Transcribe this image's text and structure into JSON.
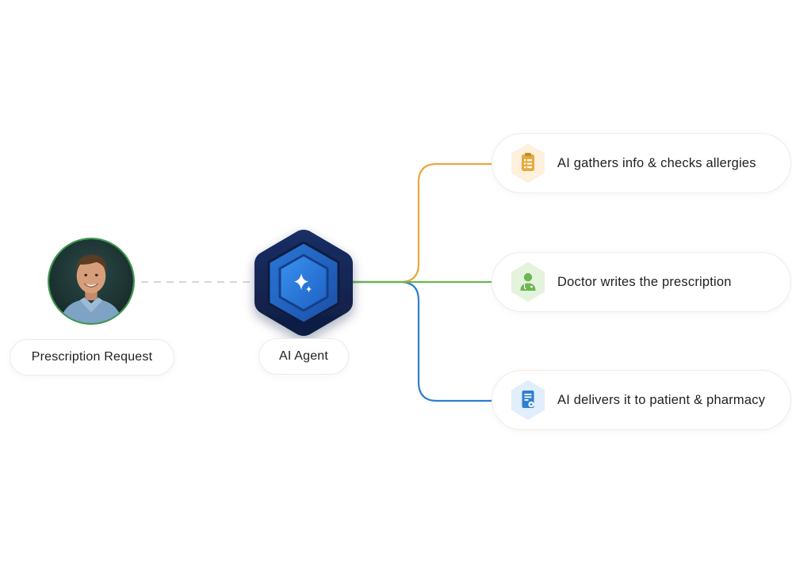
{
  "requester": {
    "label": "Prescription Request",
    "avatar_icon": "person-avatar"
  },
  "agent": {
    "label": "AI Agent",
    "icon": "sparkle-icon"
  },
  "tasks": [
    {
      "label": "AI gathers info & checks allergies",
      "icon": "clipboard-list-icon",
      "color": "#E8A93C",
      "tint": "#FDF1DE"
    },
    {
      "label": "Doctor writes the prescription",
      "icon": "doctor-icon",
      "color": "#6DB653",
      "tint": "#E3F3DC"
    },
    {
      "label": "AI delivers it to patient & pharmacy",
      "icon": "prescription-document-icon",
      "color": "#2F7FD0",
      "tint": "#E1EEFB"
    }
  ],
  "colors": {
    "connector_dashed": "#c9c9c9",
    "agent_dark": "#13234F",
    "agent_mid": "#1E55B3",
    "agent_light": "#2F86E6",
    "avatar_border": "#3B9A4A"
  }
}
